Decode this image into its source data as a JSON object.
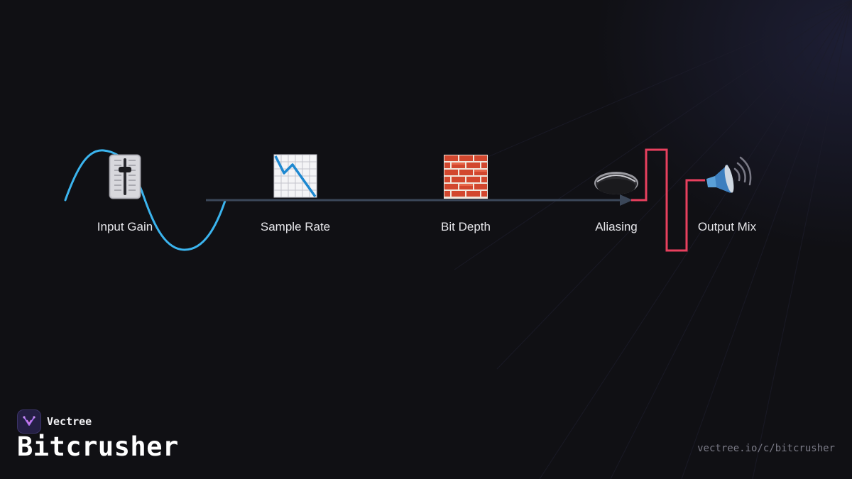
{
  "diagram": {
    "nodes": [
      {
        "id": "input-gain",
        "label": "Input Gain",
        "icon": "level-slider-icon"
      },
      {
        "id": "sample-rate",
        "label": "Sample Rate",
        "icon": "chart-decreasing-icon"
      },
      {
        "id": "bit-depth",
        "label": "Bit Depth",
        "icon": "brick-icon"
      },
      {
        "id": "aliasing",
        "label": "Aliasing",
        "icon": "hole-icon"
      },
      {
        "id": "output-mix",
        "label": "Output Mix",
        "icon": "speaker-high-volume-icon"
      }
    ],
    "edges": [
      {
        "from": "input-gain",
        "to": "aliasing"
      }
    ],
    "decorations": [
      {
        "type": "sine-wave",
        "color": "#3bb4ee"
      },
      {
        "type": "square-wave",
        "color": "#e8405e"
      }
    ],
    "colors": {
      "connector": "#3b4759",
      "sine": "#3bb4ee",
      "square": "#e8405e",
      "label": "#e6e6ea"
    }
  },
  "footer": {
    "brand_name": "Vectree",
    "title": "Bitcrusher",
    "url": "vectree.io/c/bitcrusher"
  }
}
